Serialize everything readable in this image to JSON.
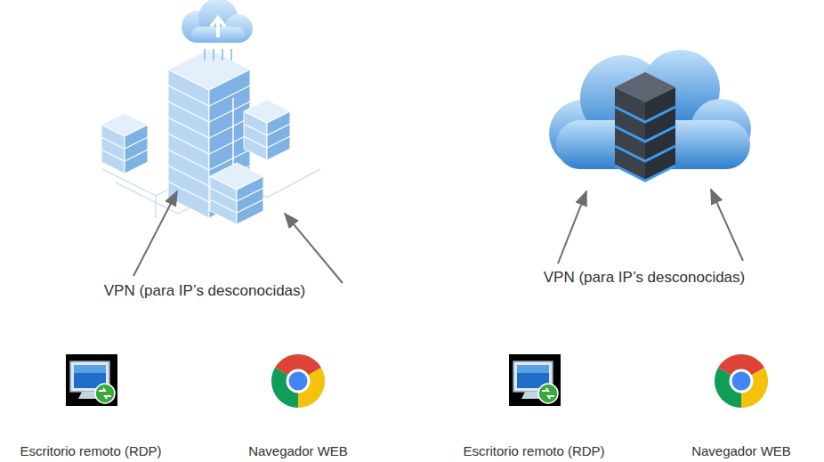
{
  "diagram": {
    "labels": [
      "VPN (para IP’s desconocidas)",
      "Escritorio remoto (RDP)",
      "Navegador WEB",
      "VPN (para IP’s desconocidas)",
      "Escritorio remoto (RDP)",
      "Navegador WEB"
    ]
  }
}
